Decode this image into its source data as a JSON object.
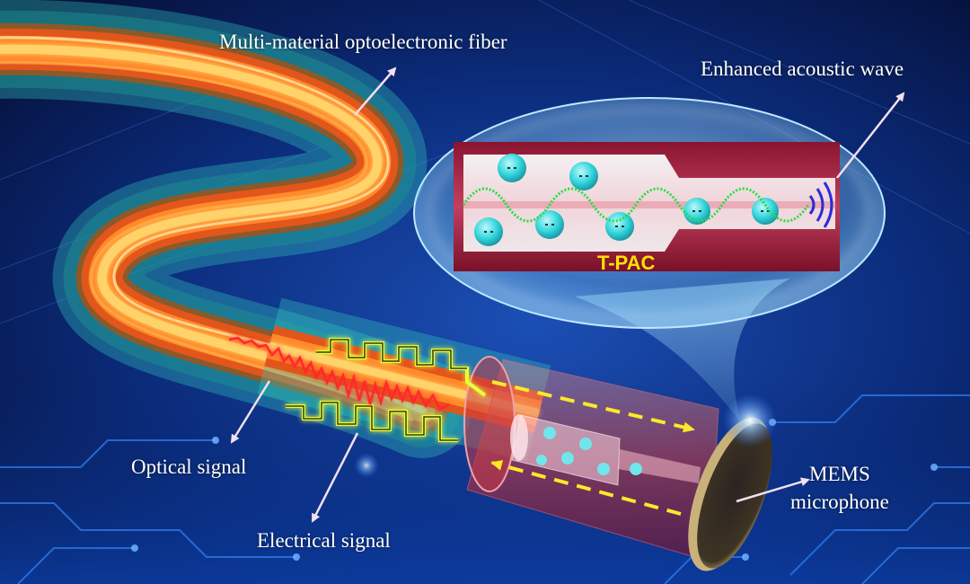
{
  "labels": {
    "fiber": "Multi-material optoelectronic fiber",
    "acoustic_wave": "Enhanced acoustic wave",
    "optical_signal": "Optical signal",
    "electrical_signal": "Electrical signal",
    "mems_line1": "MEMS",
    "mems_line2": "microphone",
    "tpac": "T-PAC"
  },
  "colors": {
    "background": "#061a4a",
    "fiber_core": "#ff7a18",
    "fiber_glow": "#ffd15a",
    "sheath": "#38d6c8",
    "electrical_wave": "#e8ff3a",
    "optical_wave": "#ff2a2a",
    "acoustic_wave": "#22e040",
    "particle": "#34d6dc",
    "tpac_label": "#ffe000"
  }
}
